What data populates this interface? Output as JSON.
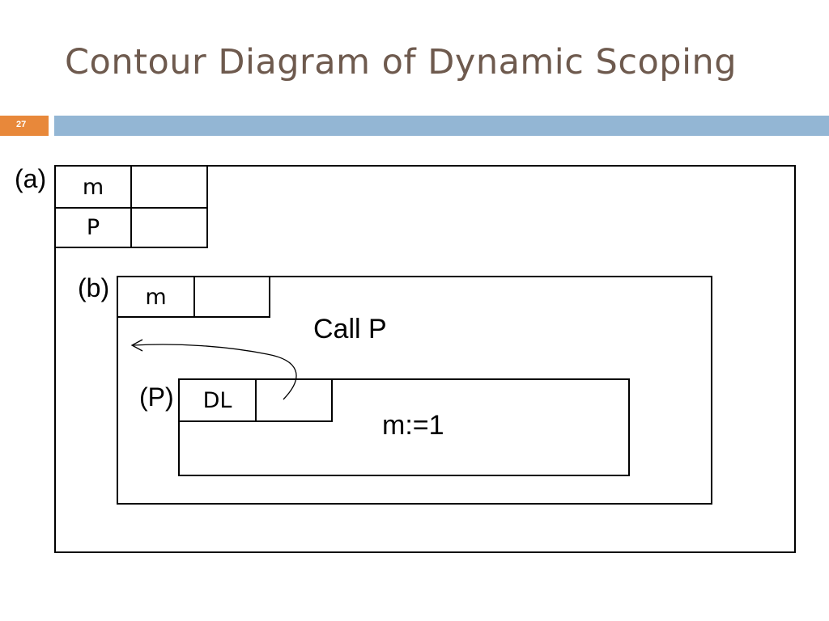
{
  "slide": {
    "title": "Contour Diagram of Dynamic Scoping",
    "number": "27"
  },
  "contour_a": {
    "label": "(a)",
    "rows": [
      {
        "name": "m",
        "value": ""
      },
      {
        "name": "P",
        "value": ""
      }
    ]
  },
  "contour_b": {
    "label": "(b)",
    "rows": [
      {
        "name": "m",
        "value": ""
      }
    ],
    "statement": "Call P"
  },
  "contour_p": {
    "label": "(P)",
    "rows": [
      {
        "name": "DL",
        "value": ""
      }
    ],
    "statement": "m:=1"
  },
  "colors": {
    "title": "#6e5a4e",
    "badge": "#e8883a",
    "rule": "#93b6d4"
  },
  "icons": {
    "dynamic_link_arrow": "curved-arrow-icon"
  }
}
